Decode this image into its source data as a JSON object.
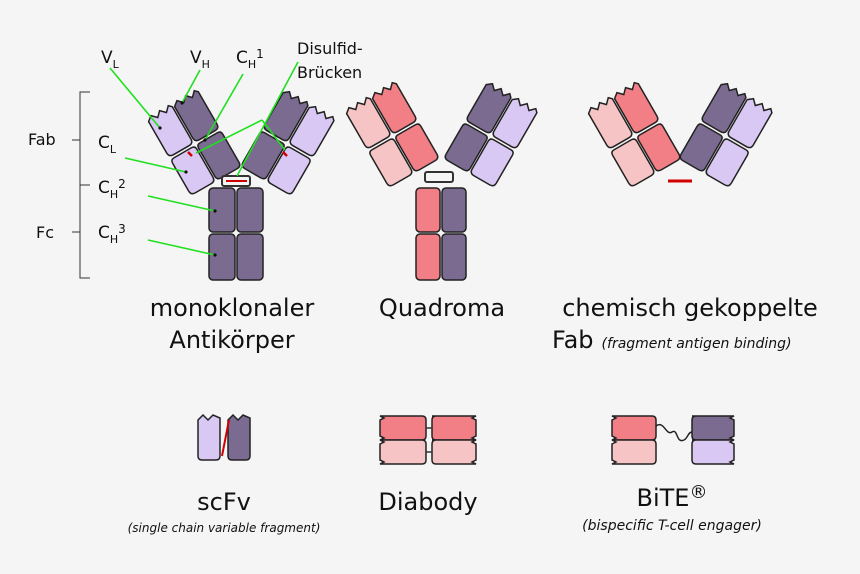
{
  "labels": {
    "vl": "V",
    "vl_sub": "L",
    "vh": "V",
    "vh_sub": "H",
    "ch1": "C",
    "ch1_sub": "H",
    "ch1_sup": "1",
    "disulfid_1": "Disulfid-",
    "disulfid_2": "Brücken",
    "fab": "Fab",
    "fc": "Fc",
    "cl": "C",
    "cl_sub": "L",
    "ch2": "C",
    "ch2_sub": "H",
    "ch2_sup": "2",
    "ch3": "C",
    "ch3_sub": "H",
    "ch3_sup": "3"
  },
  "captions": {
    "mab_1": "monoklonaler",
    "mab_2": "Antikörper",
    "quadroma": "Quadroma",
    "chem_1": "chemisch gekoppelte",
    "chem_2": "Fab",
    "chem_2_note": "(fragment antigen binding)",
    "scfv": "scFv",
    "scfv_note": "(single chain variable fragment)",
    "diabody": "Diabody",
    "bite": "BiTE",
    "bite_mark": "®",
    "bite_note": "(bispecific T-cell engager)"
  },
  "colors": {
    "heavy_dark": "#7b6b91",
    "light_lavender": "#d9c8f3",
    "heavy_red": "#f27f86",
    "light_pink": "#f6c4c4",
    "pointer_green": "#20e020",
    "disulfide_red": "#d00000",
    "outline": "#222222"
  }
}
